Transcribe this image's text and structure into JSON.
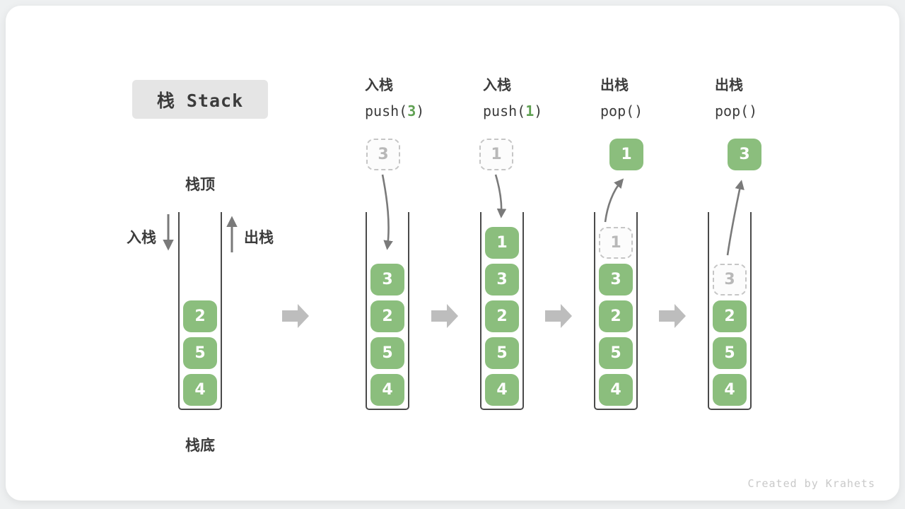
{
  "card": {
    "title": "栈 Stack",
    "footer": "Created by Krahets"
  },
  "labels": {
    "stack_top": "栈顶",
    "stack_bottom": "栈底",
    "push_in": "入栈",
    "pop_out": "出栈"
  },
  "operations": [
    {
      "action": "入栈",
      "code_fn": "push(",
      "code_arg": "3",
      "code_close": ")"
    },
    {
      "action": "入栈",
      "code_fn": "push(",
      "code_arg": "1",
      "code_close": ")"
    },
    {
      "action": "出栈",
      "code_fn": "pop(",
      "code_arg": "",
      "code_close": ")"
    },
    {
      "action": "出栈",
      "code_fn": "pop(",
      "code_arg": "",
      "code_close": ")"
    }
  ],
  "floating_values": {
    "push1": "3",
    "push2": "1",
    "pop1": "1",
    "pop2": "3"
  },
  "stacks": [
    {
      "name": "initial",
      "items": [
        "2",
        "5",
        "4"
      ]
    },
    {
      "name": "after-push-3",
      "items": [
        "3",
        "2",
        "5",
        "4"
      ]
    },
    {
      "name": "after-push-1",
      "items": [
        "1",
        "3",
        "2",
        "5",
        "4"
      ]
    },
    {
      "name": "after-pop-1",
      "ghost": "1",
      "items": [
        "3",
        "2",
        "5",
        "4"
      ]
    },
    {
      "name": "after-pop-3",
      "ghost": "3",
      "items": [
        "2",
        "5",
        "4"
      ]
    }
  ],
  "colors": {
    "item_green": "#8BBE7D",
    "code_arg_green": "#5FA052",
    "curve_arrow_gray": "#7A7A7A",
    "block_arrow_gray": "#BDBDBD",
    "text_dark": "#3C3C3C",
    "ghost_border_gray": "#C6C6C6",
    "title_bg": "#E5E5E5",
    "footer_gray": "#C9C9C9"
  }
}
